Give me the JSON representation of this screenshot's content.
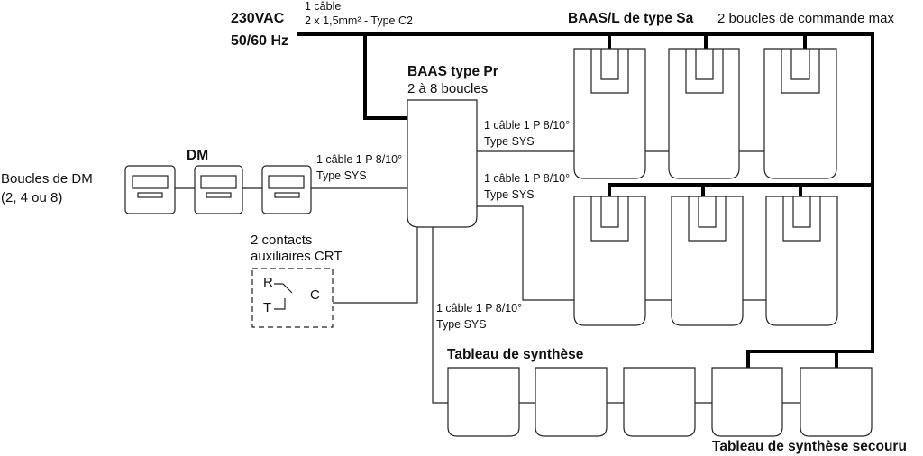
{
  "power": {
    "voltage": "230VAC",
    "frequency": "50/60 Hz",
    "cable_line1": "1 câble",
    "cable_line2": "2 x 1,5mm² - Type C2"
  },
  "baas_sa": {
    "title": "BAAS/L de type Sa",
    "note": "2 boucles de commande max"
  },
  "baas_pr": {
    "title": "BAAS type Pr",
    "subtitle": "2 à 8 boucles"
  },
  "dm": {
    "title": "DM",
    "loops_line1": "Boucles de DM",
    "loops_line2": "(2, 4 ou 8)"
  },
  "crt": {
    "line1": "2 contacts",
    "line2": "auxiliaires CRT",
    "r": "R",
    "t": "T",
    "c": "C"
  },
  "cables": {
    "dm_line1": "1 câble 1 P 8/10°",
    "dm_line2": "Type SYS",
    "sa_top_line1": "1 câble 1 P 8/10°",
    "sa_top_line2": "Type SYS",
    "sa_bot_line1": "1 câble 1 P 8/10°",
    "sa_bot_line2": "Type SYS",
    "tableau_line1": "1 câble 1 P 8/10°",
    "tableau_line2": "Type SYS"
  },
  "tableau": {
    "title": "Tableau de synthèse",
    "secours": "Tableau de synthèse secouru"
  }
}
